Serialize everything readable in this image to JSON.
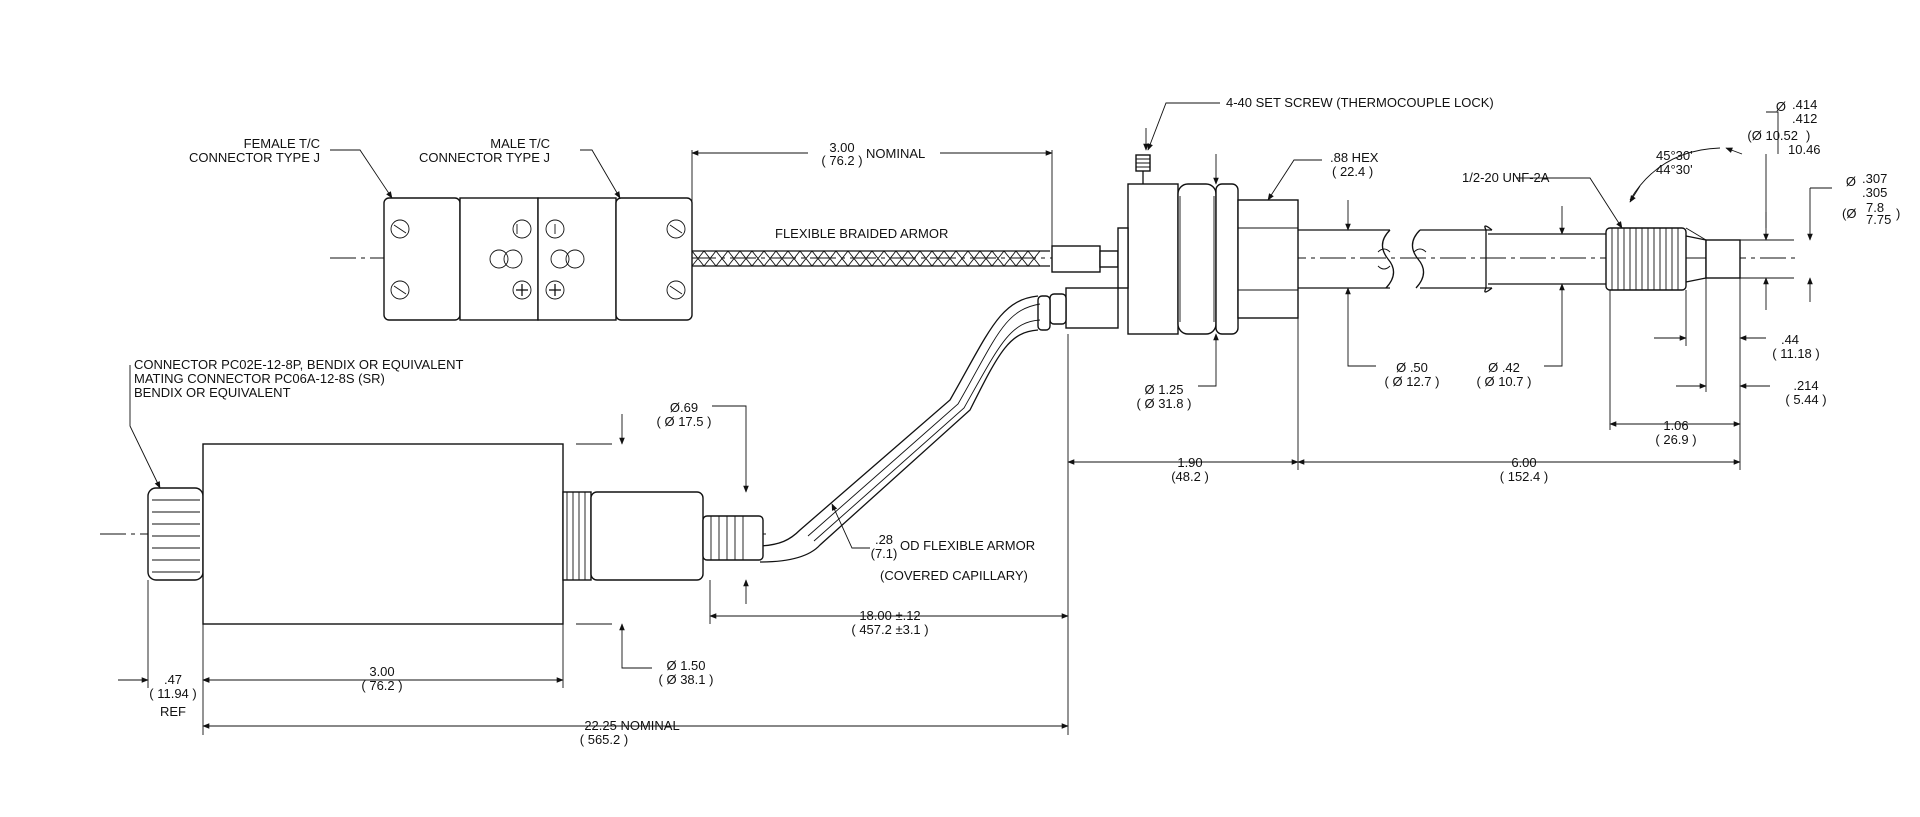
{
  "labels": {
    "female_tc": [
      "FEMALE T/C",
      "CONNECTOR TYPE J"
    ],
    "male_tc": [
      "MALE T/C",
      "CONNECTOR TYPE J"
    ],
    "set_screw": "4-40 SET SCREW (THERMOCOUPLE LOCK)",
    "braided_armor": "FLEXIBLE BRAIDED ARMOR",
    "hex": [
      ".88 HEX",
      "( 22.4 )"
    ],
    "thread": "1/2-20 UNF-2A",
    "angle": [
      "45°30'",
      "44°30'"
    ],
    "connector": [
      "CONNECTOR PC02E-12-8P, BENDIX OR EQUIVALENT",
      "MATING CONNECTOR PC06A-12-8S (SR)",
      "BENDIX OR EQUIVALENT"
    ],
    "od_armor_value": [
      ".28",
      "(7.1)"
    ],
    "od_armor_text": "OD FLEXIBLE ARMOR",
    "covered_capillary": "(COVERED CAPILLARY)"
  },
  "dimensions": {
    "nominal_300": {
      "in": "3.00",
      "mm": "( 76.2 )",
      "suffix": "NOMINAL"
    },
    "dia_414": {
      "sym": "Ø",
      "in1": ".414",
      "in2": ".412",
      "mm1": "(Ø 10.52",
      "mm1b": ")",
      "mm2": "10.46"
    },
    "dia_307": {
      "sym": "Ø",
      "in1": ".307",
      "in2": ".305",
      "mm_open": "(Ø",
      "mm1": "7.8",
      "mm2": "7.75",
      "mm_close": ")"
    },
    "dia_125": [
      "Ø 1.25",
      "( Ø 31.8 )"
    ],
    "dia_050": [
      "Ø .50",
      "( Ø 12.7 )"
    ],
    "dia_042": [
      "Ø .42",
      "( Ø 10.7 )"
    ],
    "d_044": [
      ".44",
      "( 11.18 )"
    ],
    "d_214": [
      ".214",
      "( 5.44 )"
    ],
    "d_106": [
      "1.06",
      "( 26.9 )"
    ],
    "d_190": [
      "1.90",
      "(48.2 )"
    ],
    "d_600": [
      "6.00",
      "( 152.4 )"
    ],
    "dia_069": [
      "Ø.69",
      "( Ø 17.5 )"
    ],
    "d_1800": [
      "18.00  ±.12",
      "( 457.2 ±3.1 )"
    ],
    "dia_150": [
      "Ø 1.50",
      "( Ø 38.1 )"
    ],
    "d_047": [
      ".47",
      "( 11.94 )",
      "REF"
    ],
    "d_300b": [
      "3.00",
      "( 76.2 )"
    ],
    "d_2225": [
      "22.25  NOMINAL",
      "( 565.2 )"
    ]
  }
}
